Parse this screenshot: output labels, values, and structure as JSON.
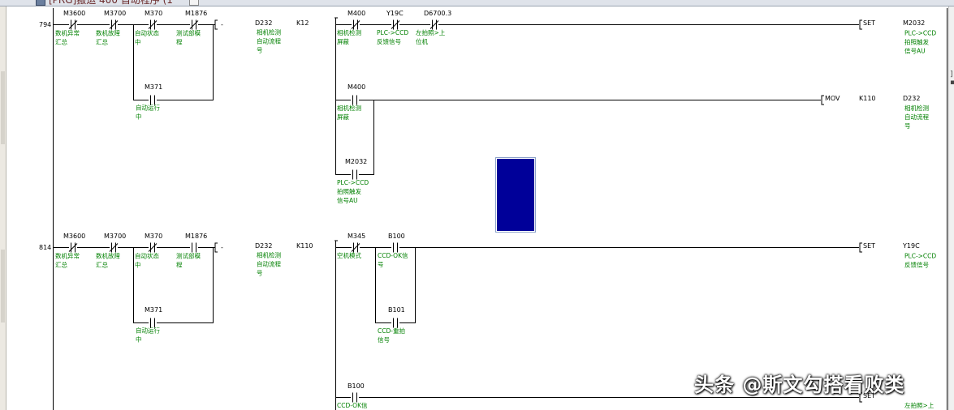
{
  "window": {
    "tab_title": "[PRG]搬运 400 自动程序 (1"
  },
  "watermark": "头条 @斯文勾搭看败类",
  "colors": {
    "rung_line": "#000000",
    "device": "#000000",
    "comment": "#008000",
    "selection": "#000099"
  },
  "rungs": [
    {
      "step": "794",
      "contacts_top": [
        {
          "device": "M3600",
          "type": "nc",
          "comment": [
            "数机异常",
            "汇总"
          ]
        },
        {
          "device": "M3700",
          "type": "nc",
          "comment": [
            "数机故障",
            "汇总"
          ]
        },
        {
          "device": "M370",
          "type": "nc",
          "comment": [
            "自动状态",
            "中"
          ]
        },
        {
          "device": "M1876",
          "type": "nc",
          "comment": [
            "测试部模",
            "程"
          ]
        }
      ],
      "branch_contact": {
        "device": "M371",
        "type": "no",
        "comment": [
          "自动运行",
          "中"
        ]
      },
      "compare": {
        "operator": "-",
        "op1": "D232",
        "op1_comment": [
          "相机检测",
          "自动流程",
          "号"
        ],
        "op2": "K12"
      },
      "series2": [
        {
          "device": "M400",
          "type": "nc",
          "comment": [
            "相机检测",
            "屏蔽"
          ]
        },
        {
          "device": "Y19C",
          "type": "nc",
          "comment": [
            "PLC->CCD",
            "反馈信号"
          ]
        },
        {
          "device": "D6700.3",
          "type": "nc",
          "comment": [
            "左拍照>上",
            "位机"
          ]
        }
      ],
      "output": {
        "instr": "SET",
        "device": "M2032",
        "comment": [
          "PLC->CCD",
          "拍照触发",
          "信号AU"
        ]
      },
      "sub1": {
        "contact": {
          "device": "M400",
          "type": "no",
          "comment": [
            "相机检测",
            "屏蔽"
          ]
        },
        "instr": "MOV",
        "src": "K110",
        "dst": "D232",
        "dst_comment": [
          "相机检测",
          "自动流程",
          "号"
        ]
      },
      "sub2": {
        "contact": {
          "device": "M2032",
          "type": "no",
          "comment": [
            "PLC->CCD",
            "拍照触发",
            "信号AU"
          ]
        }
      }
    },
    {
      "step": "814",
      "contacts_top": [
        {
          "device": "M3600",
          "type": "nc",
          "comment": [
            "数机异常",
            "汇总"
          ]
        },
        {
          "device": "M3700",
          "type": "nc",
          "comment": [
            "数机故障",
            "汇总"
          ]
        },
        {
          "device": "M370",
          "type": "nc",
          "comment": [
            "自动状态",
            "中"
          ]
        },
        {
          "device": "M1876",
          "type": "no",
          "comment": [
            "测试部模",
            "程"
          ]
        }
      ],
      "branch_contact": {
        "device": "M371",
        "type": "no",
        "comment": [
          "自动运行",
          "中"
        ]
      },
      "compare": {
        "operator": "-",
        "op1": "D232",
        "op1_comment": [
          "相机检测",
          "自动流程",
          "号"
        ],
        "op2": "K110"
      },
      "series2": [
        {
          "device": "M345",
          "type": "nc",
          "comment": [
            "空机模式"
          ]
        },
        {
          "device": "B100",
          "type": "no",
          "comment": [
            "CCD-OK信",
            "号"
          ]
        }
      ],
      "parallel2": {
        "device": "B101",
        "type": "no",
        "comment": [
          "CCD-重拍",
          "信号"
        ]
      },
      "output": {
        "instr": "SET",
        "device": "Y19C",
        "comment": [
          "PLC->CCD",
          "反馈信号"
        ]
      },
      "sub1": {
        "contact": {
          "device": "B100",
          "type": "no",
          "comment": [
            "CCD-OK信"
          ]
        },
        "instr": "SET",
        "dst_comment": [
          "左拍照>上"
        ]
      }
    }
  ]
}
